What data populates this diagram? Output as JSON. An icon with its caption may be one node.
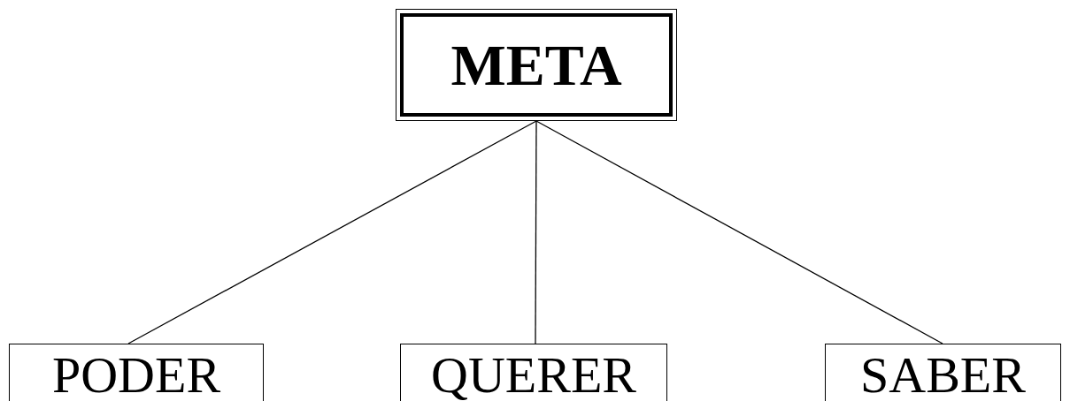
{
  "diagram": {
    "nodes": [
      {
        "text": [
          "META"
        ]
      },
      {
        "text": [
          "PODER"
        ]
      },
      {
        "text": [
          "QUERER"
        ]
      },
      {
        "text": [
          "SABER"
        ]
      }
    ],
    "edges": [
      {
        "from": 0,
        "to": 1,
        "arrow": "none"
      },
      {
        "from": 0,
        "to": 2,
        "arrow": "none"
      },
      {
        "from": 0,
        "to": 3,
        "arrow": "none"
      }
    ]
  }
}
